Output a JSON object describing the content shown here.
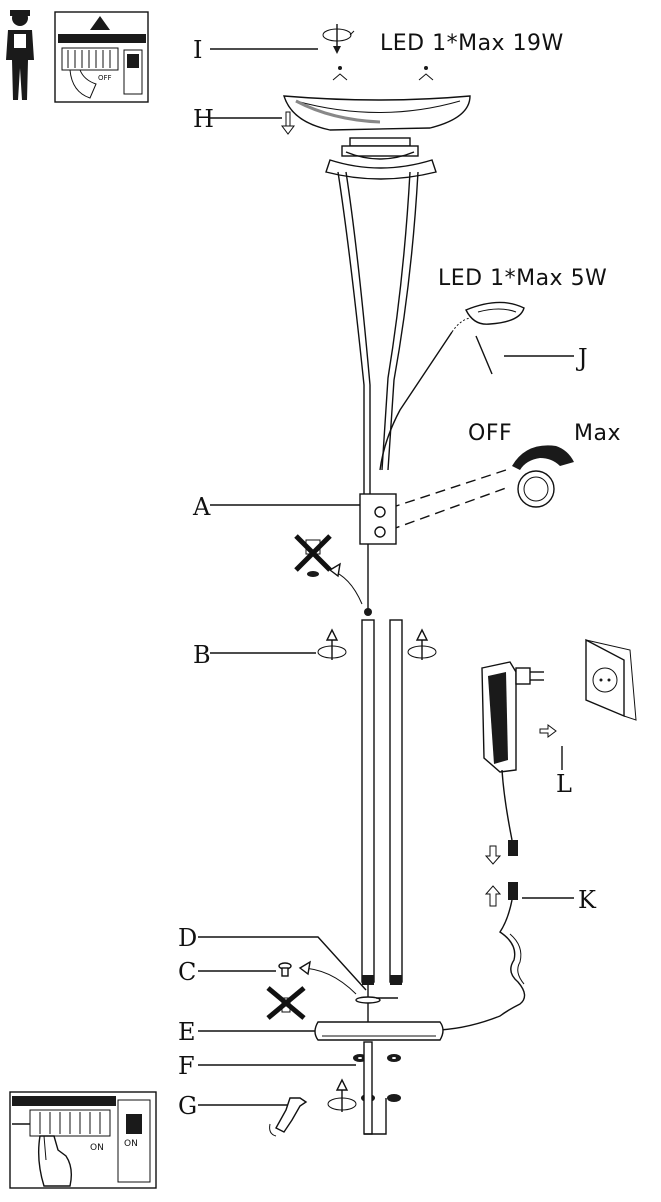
{
  "specs": {
    "main_light": "LED 1*Max 19W",
    "reading_light": "LED 1*Max 5W"
  },
  "dimmer": {
    "off_label": "OFF",
    "max_label": "Max"
  },
  "callouts": [
    "A",
    "B",
    "C",
    "D",
    "E",
    "F",
    "G",
    "H",
    "I",
    "J",
    "K",
    "L"
  ],
  "switch_panels": {
    "top_label": "OFF",
    "bottom_label": "ON"
  },
  "colors": {
    "ink": "#111111",
    "paper": "#ffffff"
  }
}
